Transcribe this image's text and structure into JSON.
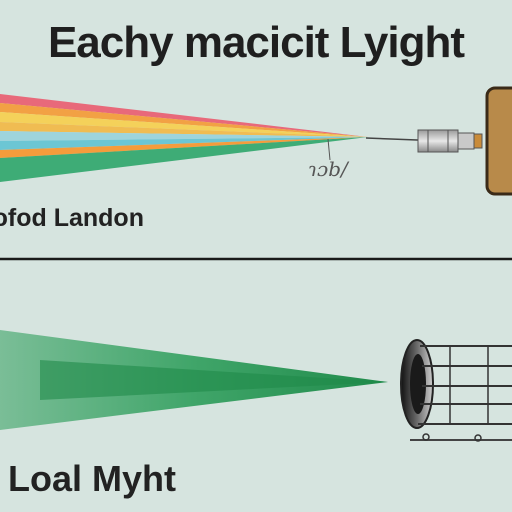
{
  "title": "Eachy macicit Lyight",
  "middle_label": "ɔfod Landon",
  "bottom_label": "Loal Myht",
  "scribble": "ɿɔb/",
  "colors": {
    "background": "#d6e4df",
    "beam_colors": [
      "#e8697a",
      "#f2a144",
      "#f4d15a",
      "#f0bc52",
      "#9ed4dc",
      "#6cc6d4",
      "#f59c3c",
      "#2ea56a"
    ],
    "green_beam": "#2f9e5c",
    "device_body": "#b88a4a",
    "lens": "#2b2b2b",
    "divider": "#1a1a1a"
  }
}
